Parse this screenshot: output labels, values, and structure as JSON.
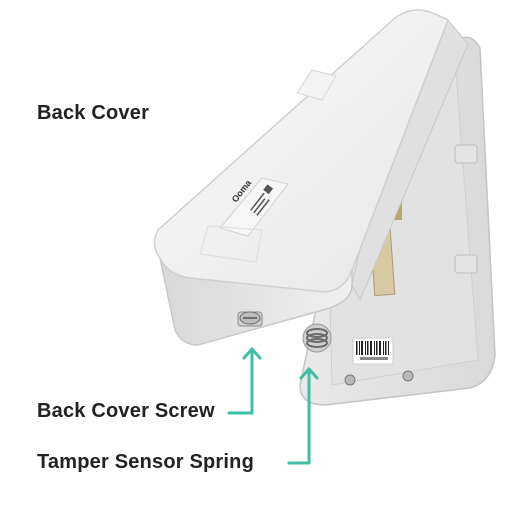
{
  "labels": {
    "back_cover": "Back Cover",
    "back_cover_screw": "Back Cover Screw",
    "tamper_sensor_spring": "Tamper Sensor Spring"
  },
  "product_label": {
    "brand_text": "Ooma"
  },
  "colors": {
    "callout_line": "#3dbfa4",
    "label_text": "#222222",
    "device_body": "#f1f1f1"
  },
  "icons": {
    "callout_arrow": "arrow-up-icon"
  }
}
